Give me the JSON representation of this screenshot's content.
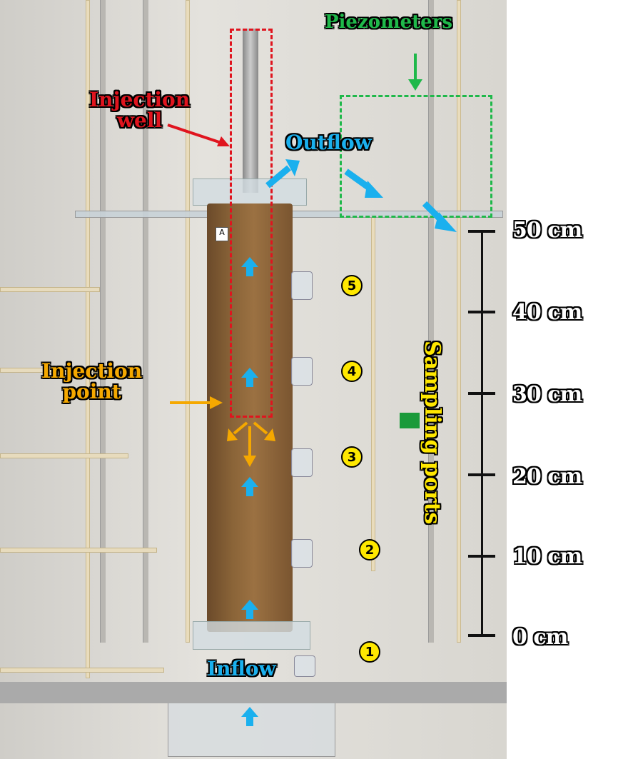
{
  "labels": {
    "injection_well": "Injection\nwell",
    "piezometers": "Piezometers",
    "outflow": "Outflow",
    "injection_point": "Injection\npoint",
    "sampling_ports": "Sampling ports",
    "inflow": "Inflow",
    "column_tag": "A"
  },
  "ports": [
    "5",
    "4",
    "3",
    "2",
    "1"
  ],
  "scale": [
    "50 cm",
    "40 cm",
    "30 cm",
    "20 cm",
    "10 cm",
    "0 cm"
  ],
  "colors": {
    "injection_well": "#e0141e",
    "piezometers": "#1fb84a",
    "flow": "#1ab0ee",
    "injection_point": "#f5a800",
    "sampling": "#ffe800"
  }
}
